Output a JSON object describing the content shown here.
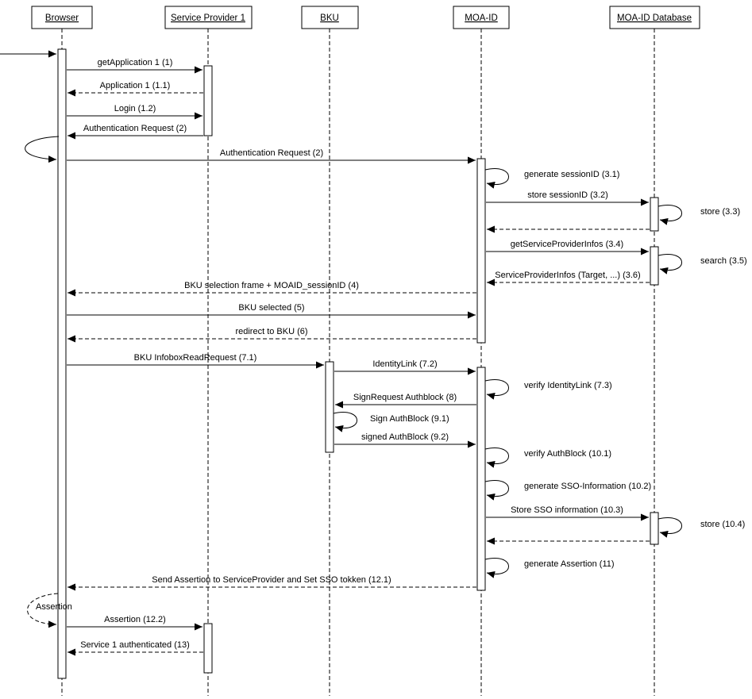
{
  "diagram": {
    "type": "uml-sequence",
    "colors": {
      "line": "#000000",
      "background": "#ffffff",
      "text": "#000000"
    },
    "actors": [
      {
        "id": "browser",
        "label": "Browser"
      },
      {
        "id": "service-provider-1",
        "label": "Service Provider 1"
      },
      {
        "id": "bku",
        "label": "BKU"
      },
      {
        "id": "moa-id",
        "label": "MOA-ID"
      },
      {
        "id": "moa-id-database",
        "label": "MOA-ID Database"
      }
    ],
    "messages": [
      {
        "label": "getApplication 1 (1)",
        "from": "Browser",
        "to": "Service Provider 1",
        "style": "solid"
      },
      {
        "label": "Application 1 (1.1)",
        "from": "Service Provider 1",
        "to": "Browser",
        "style": "dashed"
      },
      {
        "label": "Login (1.2)",
        "from": "Browser",
        "to": "Service Provider 1",
        "style": "solid"
      },
      {
        "label": "Authentication Request (2)",
        "from": "Service Provider 1",
        "to": "Browser",
        "style": "solid"
      },
      {
        "label": "Authentication Request (2)",
        "from": "Browser",
        "to": "MOA-ID",
        "style": "solid"
      },
      {
        "label": "generate sessionID (3.1)",
        "from": "MOA-ID",
        "to": "MOA-ID",
        "style": "self"
      },
      {
        "label": "store sessionID (3.2)",
        "from": "MOA-ID",
        "to": "MOA-ID Database",
        "style": "solid"
      },
      {
        "label": "store (3.3)",
        "from": "MOA-ID Database",
        "to": "MOA-ID Database",
        "style": "self"
      },
      {
        "label": "getServiceProviderInfos (3.4)",
        "from": "MOA-ID",
        "to": "MOA-ID Database",
        "style": "solid"
      },
      {
        "label": "search (3.5)",
        "from": "MOA-ID Database",
        "to": "MOA-ID Database",
        "style": "self"
      },
      {
        "label": "ServiceProviderInfos (Target, ...) (3.6)",
        "from": "MOA-ID Database",
        "to": "MOA-ID",
        "style": "dashed"
      },
      {
        "label": "BKU selection frame + MOAID_sessionID (4)",
        "from": "MOA-ID",
        "to": "Browser",
        "style": "dashed"
      },
      {
        "label": "BKU selected (5)",
        "from": "Browser",
        "to": "MOA-ID",
        "style": "solid"
      },
      {
        "label": "redirect to BKU (6)",
        "from": "MOA-ID",
        "to": "Browser",
        "style": "dashed"
      },
      {
        "label": "BKU InfoboxReadRequest (7.1)",
        "from": "Browser",
        "to": "BKU",
        "style": "solid"
      },
      {
        "label": "IdentityLink (7.2)",
        "from": "BKU",
        "to": "MOA-ID",
        "style": "solid"
      },
      {
        "label": "verify IdentityLink (7.3)",
        "from": "MOA-ID",
        "to": "MOA-ID",
        "style": "self"
      },
      {
        "label": "SignRequest Authblock (8)",
        "from": "MOA-ID",
        "to": "BKU",
        "style": "solid"
      },
      {
        "label": "Sign AuthBlock (9.1)",
        "from": "BKU",
        "to": "BKU",
        "style": "self"
      },
      {
        "label": "signed AuthBlock (9.2)",
        "from": "BKU",
        "to": "MOA-ID",
        "style": "solid"
      },
      {
        "label": "verify AuthBlock (10.1)",
        "from": "MOA-ID",
        "to": "MOA-ID",
        "style": "self"
      },
      {
        "label": "generate SSO-Information (10.2)",
        "from": "MOA-ID",
        "to": "MOA-ID",
        "style": "self"
      },
      {
        "label": "Store SSO information (10.3)",
        "from": "MOA-ID",
        "to": "MOA-ID Database",
        "style": "solid"
      },
      {
        "label": "store (10.4)",
        "from": "MOA-ID Database",
        "to": "MOA-ID Database",
        "style": "self"
      },
      {
        "label": "generate Assertion (11)",
        "from": "MOA-ID",
        "to": "MOA-ID",
        "style": "self"
      },
      {
        "label": "Send Assertion to ServiceProvider and Set SSO tokken (12.1)",
        "from": "MOA-ID",
        "to": "Browser",
        "style": "dashed"
      },
      {
        "label": "Assertion",
        "from": "Browser",
        "to": "Browser",
        "style": "self-dashed"
      },
      {
        "label": "Assertion (12.2)",
        "from": "Browser",
        "to": "Service Provider 1",
        "style": "solid"
      },
      {
        "label": "Service 1 authenticated (13)",
        "from": "Service Provider 1",
        "to": "Browser",
        "style": "dashed"
      }
    ]
  }
}
